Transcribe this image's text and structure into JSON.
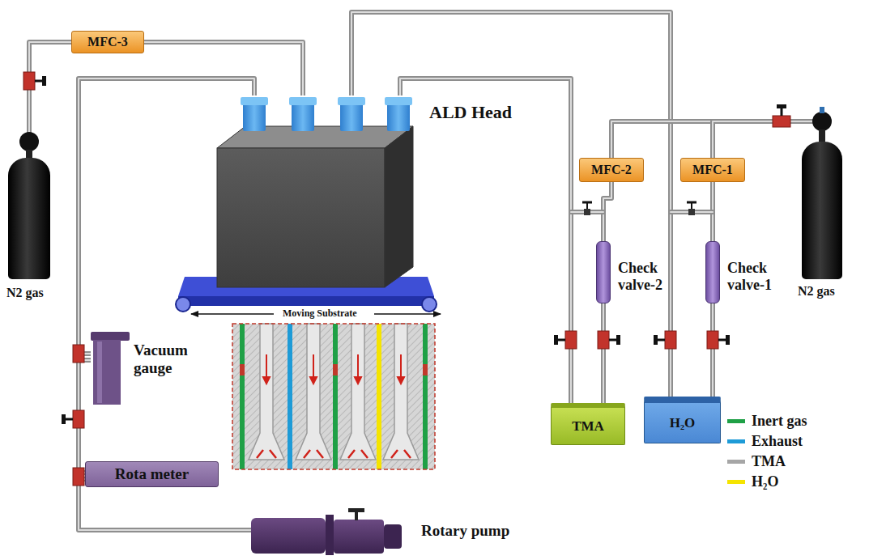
{
  "diagram": {
    "nodes": [
      {
        "text": [
          "MFC-3"
        ]
      },
      {
        "text": [
          "ALD Head"
        ]
      },
      {
        "text": [
          "MFC-2"
        ]
      },
      {
        "text": [
          "MFC-1"
        ]
      },
      {
        "text": [
          "N2 gas"
        ]
      },
      {
        "text": [
          "N2 gas"
        ]
      },
      {
        "text": [
          "Vacuum gauge"
        ]
      },
      {
        "text": [
          "Rota meter"
        ]
      },
      {
        "text": [
          "Rotary pump"
        ]
      },
      {
        "text": [
          "Check valve-2"
        ]
      },
      {
        "text": [
          "Check valve-1"
        ]
      },
      {
        "text": [
          "TMA"
        ]
      },
      {
        "text": [
          "H₂O"
        ]
      }
    ],
    "edges": [
      {
        "from": 4,
        "to": 0,
        "arrow": "none"
      },
      {
        "from": 0,
        "to": 1,
        "arrow": "none"
      },
      {
        "from": 1,
        "to": 6,
        "arrow": "none"
      },
      {
        "from": 6,
        "to": 7,
        "arrow": "none"
      },
      {
        "from": 7,
        "to": 8,
        "arrow": "none"
      },
      {
        "from": 1,
        "to": 12,
        "arrow": "none"
      },
      {
        "from": 1,
        "to": 11,
        "arrow": "none"
      },
      {
        "from": 5,
        "to": 2,
        "arrow": "none"
      },
      {
        "from": 5,
        "to": 3,
        "arrow": "none"
      },
      {
        "from": 2,
        "to": 9,
        "arrow": "none"
      },
      {
        "from": 9,
        "to": 11,
        "arrow": "none"
      },
      {
        "from": 3,
        "to": 10,
        "arrow": "none"
      },
      {
        "from": 10,
        "to": 12,
        "arrow": "none"
      }
    ],
    "labels": [
      "Moving Substrate"
    ],
    "legend": [
      {
        "text": "Inert gas",
        "color": "#1fa046"
      },
      {
        "text": "Exhaust",
        "color": "#1e9bd7"
      },
      {
        "text": "TMA",
        "color": "#a6a6a6"
      },
      {
        "text": "H₂O",
        "color": "#f5e400"
      }
    ]
  }
}
